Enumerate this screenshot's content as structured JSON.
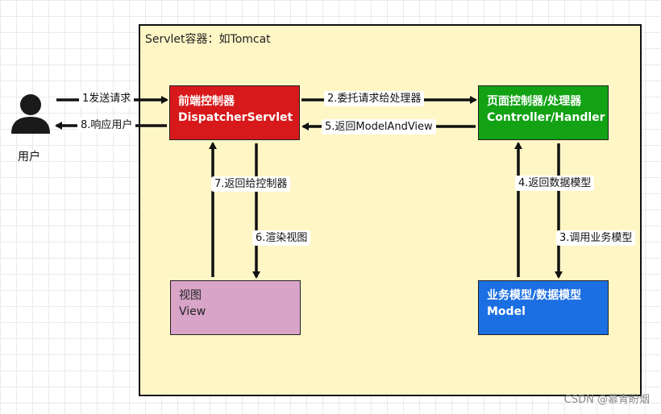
{
  "container": {
    "title": "Servlet容器：如Tomcat"
  },
  "user": {
    "label": "用户"
  },
  "boxes": {
    "dispatcher": {
      "line1": "前端控制器",
      "line2": "DispatcherServlet"
    },
    "controller": {
      "line1": "页面控制器/处理器",
      "line2": "Controller/Handler"
    },
    "view": {
      "line1": "视图",
      "line2": "View"
    },
    "model": {
      "line1": "业务模型/数据模型",
      "line2": "Model"
    }
  },
  "arrows": {
    "a1": "1发送请求",
    "a2": "2.委托请求给处理器",
    "a3": "3.调用业务模型",
    "a4": "4.返回数据模型",
    "a5": "5.返回ModelAndView",
    "a6": "6.渲染视图",
    "a7": "7.返回给控制器",
    "a8": "8.响应用户"
  },
  "colors": {
    "container_bg": "#fff6c6",
    "dispatcher": "#d7191b",
    "controller": "#12a214",
    "view": "#d8a4c8",
    "model": "#1c6fe2"
  },
  "watermark": "CSDN @慕青盼烟"
}
